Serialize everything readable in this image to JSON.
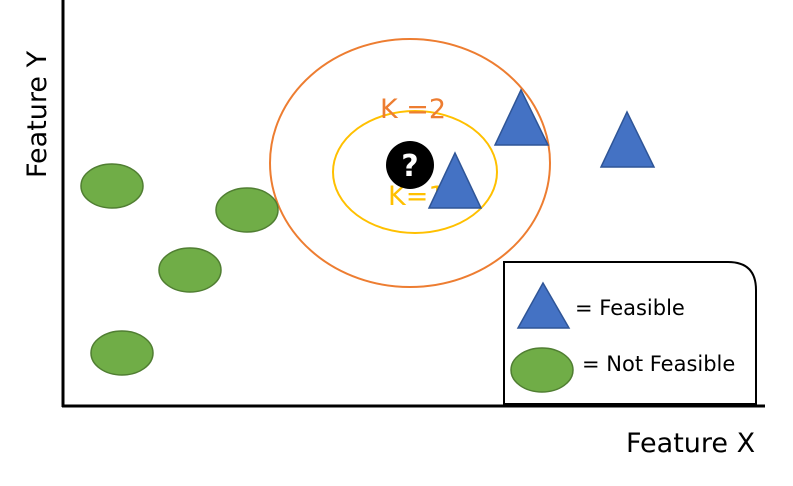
{
  "axes": {
    "x_label": "Feature X",
    "y_label": "Feature Y"
  },
  "query": {
    "symbol": "?",
    "icon": "question-mark-circle-icon",
    "fill": "#000000"
  },
  "neighborhoods": [
    {
      "label": "K =2",
      "color": "#ED7D31"
    },
    {
      "label": "K=1",
      "color": "#FFC000"
    }
  ],
  "legend": {
    "feasible": {
      "text": "= Feasible",
      "icon": "blue-triangle-icon",
      "color": "#4472C4"
    },
    "not_feasible": {
      "text": "= Not Feasible",
      "icon": "green-ellipse-icon",
      "color": "#70AD47"
    }
  },
  "colors": {
    "feasible_fill": "#4472C4",
    "feasible_stroke": "#2F5597",
    "not_feasible_fill": "#70AD47",
    "not_feasible_stroke": "#507E32",
    "axis": "#000000"
  }
}
